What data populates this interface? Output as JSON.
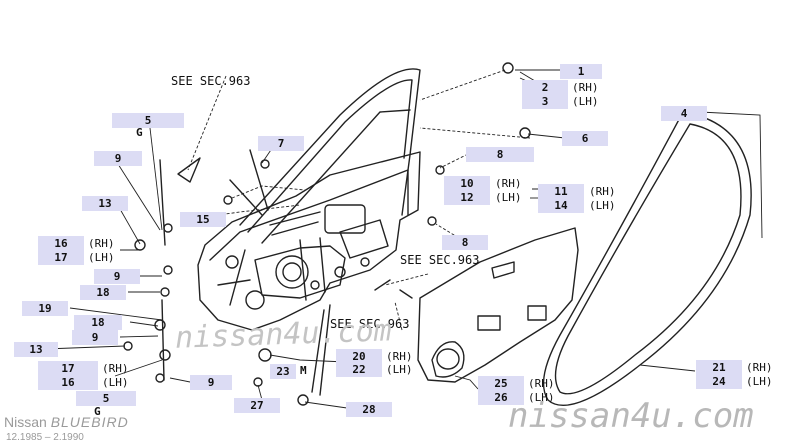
{
  "notes": {
    "sec963_top": "SEE SEC.963",
    "sec963_mid": "SEE SEC.963",
    "sec963_low": "SEE SEC.963"
  },
  "callouts": {
    "p1": "1",
    "p2": "2",
    "p3": "3",
    "p4": "4",
    "p5a": "5",
    "p5b": "5",
    "p6": "6",
    "p7": "7",
    "p8a": "8",
    "p8b": "8",
    "p9a": "9",
    "p9b": "9",
    "p9c": "9",
    "p9d": "9",
    "p10": "10",
    "p11": "11",
    "p12": "12",
    "p13a": "13",
    "p13b": "13",
    "p14": "14",
    "p15": "15",
    "p16a": "16",
    "p16b": "16",
    "p17a": "17",
    "p17b": "17",
    "p18a": "18",
    "p18b": "18",
    "p19": "19",
    "p20": "20",
    "p21": "21",
    "p22": "22",
    "p23": "23",
    "p24": "24",
    "p25": "25",
    "p26": "26",
    "p27": "27",
    "p28": "28"
  },
  "sides": {
    "rh": "(RH)",
    "lh": "(LH)"
  },
  "markers": {
    "g_top": "G",
    "g_bottom": "G",
    "m": "M"
  },
  "watermark": {
    "small": "nissan4u.com",
    "large": "nissan4u.com"
  },
  "brand": {
    "make": "Nissan",
    "model": "BLUEBIRD",
    "dates": "12.1985 – 2.1990"
  },
  "colors": {
    "label_bg": "#dcdcf4",
    "line": "#222222",
    "watermark": "#c4c4c4"
  }
}
